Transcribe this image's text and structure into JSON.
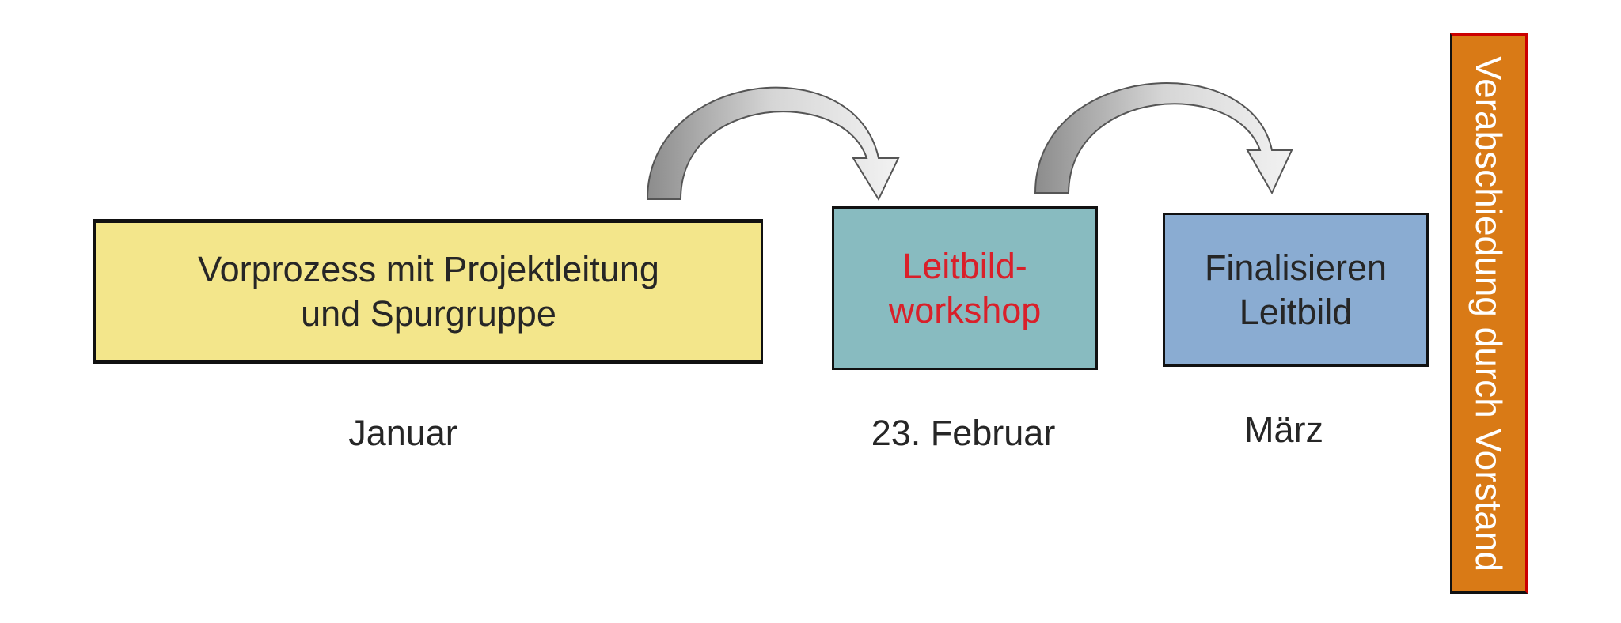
{
  "steps": [
    {
      "text_line1": "Vorprozess mit Projektleitung",
      "text_line2": "und Spurgruppe",
      "date": "Januar",
      "color": "#f3e68b"
    },
    {
      "text_line1": "Leitbild-",
      "text_line2": "workshop",
      "date": "23. Februar",
      "color": "#88bbc0",
      "text_color": "#d9202a"
    },
    {
      "text_line1": "Finalisieren",
      "text_line2": "Leitbild",
      "date": "März",
      "color": "#8aacd2"
    }
  ],
  "final_step": {
    "label": "Verabschiedung durch Vorstand",
    "color": "#d97a16"
  }
}
